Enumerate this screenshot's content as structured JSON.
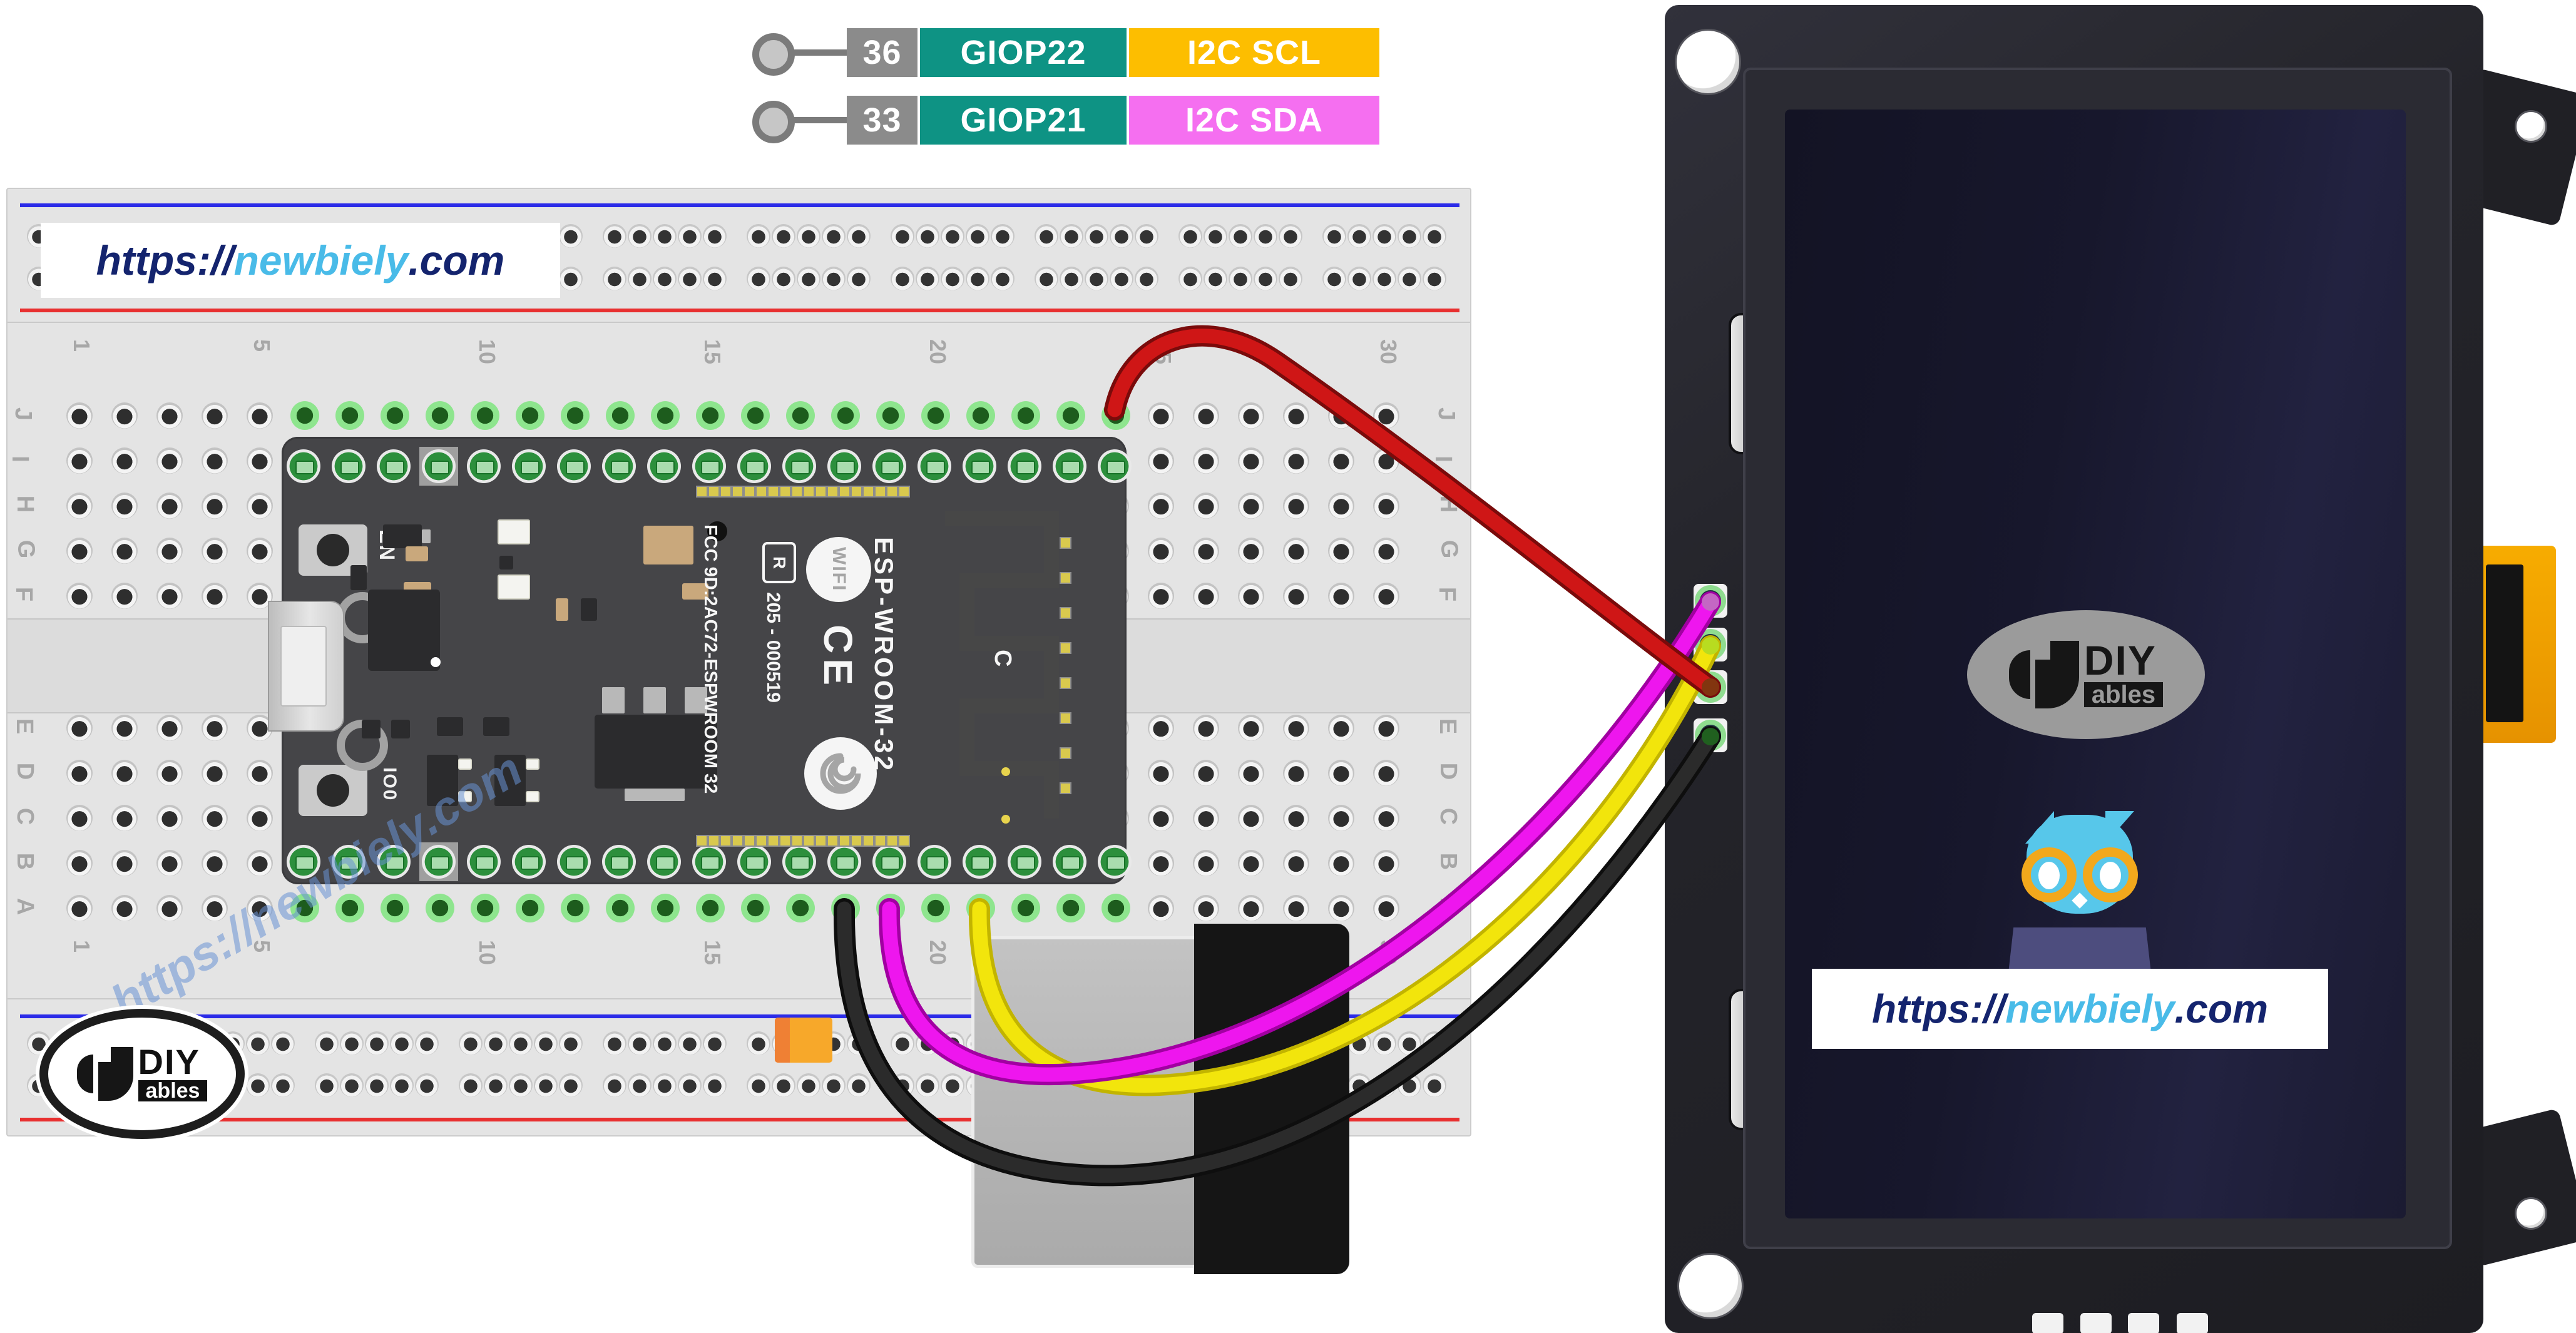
{
  "pin_map": {
    "rows": [
      {
        "pin": "36",
        "gpio": "GIOP22",
        "signal": "I2C SCL",
        "signal_color": "#FDBE00"
      },
      {
        "pin": "33",
        "gpio": "GIOP21",
        "signal": "I2C SDA",
        "signal_color": "#F56FF0"
      }
    ],
    "pin_box_color": "#8B8B8B",
    "gpio_box_color": "#0E9384"
  },
  "website": {
    "prefix": "https://",
    "brand": "newbiely",
    "suffix": ".com"
  },
  "watermark": {
    "text": "https://newbiely.com"
  },
  "breadboard": {
    "row_letters_top": [
      "J",
      "I",
      "H",
      "G",
      "F"
    ],
    "row_letters_bottom": [
      "E",
      "D",
      "C",
      "B",
      "A"
    ],
    "column_numbers": [
      "1",
      "5",
      "10",
      "15",
      "20",
      "25",
      "30"
    ],
    "rail_top_line_color": "#2B2BE8",
    "rail_bottom_line_color": "#E83030"
  },
  "esp32": {
    "en_button_label": "EN",
    "boot_button_label": "IO0",
    "shield": {
      "fcc_line": "FCC 9D:2AC72-ESPWROOM 32",
      "reg_mark": "R",
      "serial_line": "205 - 000519",
      "wifi_badge": "WIFI",
      "ce_mark": "CE",
      "model": "ESP-WROOM-32"
    },
    "pcb_letter": "C"
  },
  "diyables": {
    "diy": "DIY",
    "ables": "ables"
  },
  "wires": {
    "red": "#CF1616",
    "magenta": "#EE16EE",
    "yellow": "#F2E50C",
    "black": "#2B2B2B",
    "red_dark": "#7A0B0B",
    "magenta_dark": "#A100A1",
    "yellow_dark": "#C2B400",
    "black_dark": "#0E0E0E",
    "end_red": "#82350F",
    "end_magenta": "#C467C4",
    "end_yellow": "#B8DC20",
    "end_black": "#20601F"
  }
}
